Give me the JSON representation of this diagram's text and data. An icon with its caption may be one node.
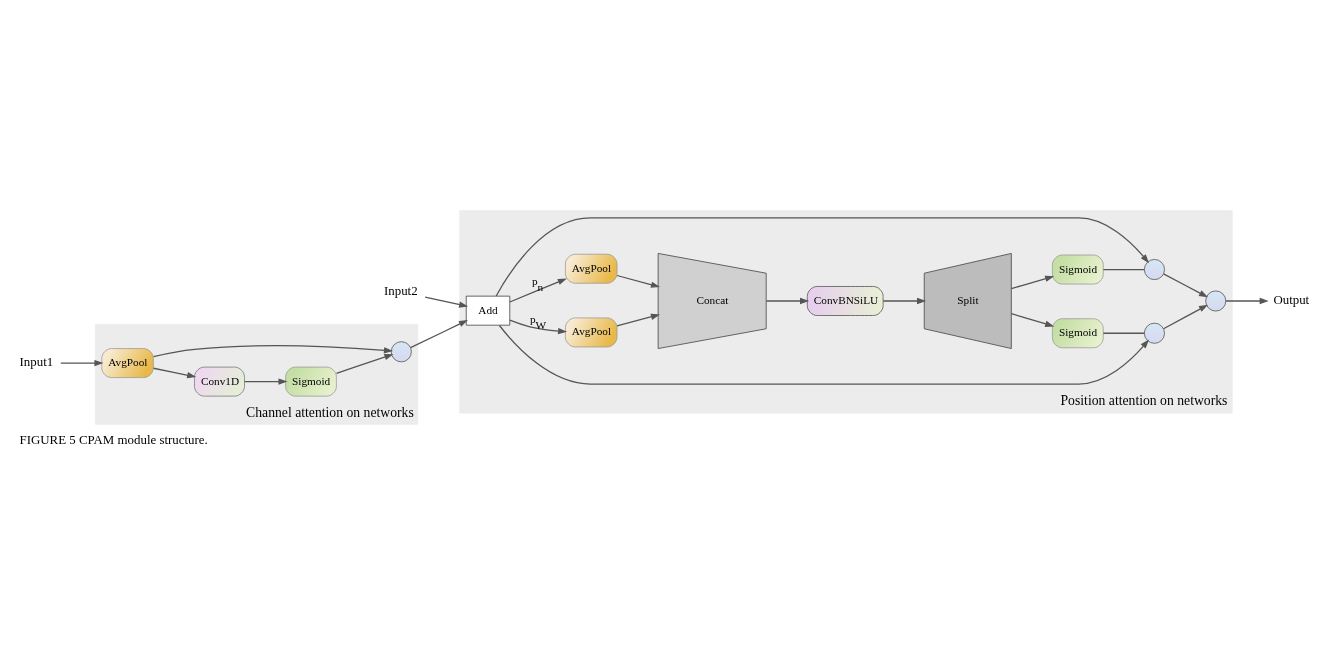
{
  "diagram": {
    "caption": "FIGURE 5 CPAM module structure.",
    "nodes": [
      {
        "text": [
          "Channel attention on networks"
        ]
      },
      {
        "text": [
          "Input1"
        ]
      },
      {
        "text": [
          "AvgPool"
        ],
        "in": 0
      },
      {
        "text": [
          "Conv1D"
        ],
        "in": 0
      },
      {
        "text": [
          "Sigmoid"
        ],
        "in": 0
      },
      {
        "text": [],
        "shape": "circle",
        "in": 0
      },
      {
        "text": [
          "Position attention on networks"
        ]
      },
      {
        "text": [
          "Input2"
        ]
      },
      {
        "text": [
          "Add"
        ],
        "in": 6
      },
      {
        "text": [
          "AvgPool"
        ],
        "in": 6
      },
      {
        "text": [
          "AvgPool"
        ],
        "in": 6
      },
      {
        "text": [
          "Concat"
        ],
        "in": 6
      },
      {
        "text": [
          "ConvBNSiLU"
        ],
        "in": 6
      },
      {
        "text": [
          "Split"
        ],
        "in": 6
      },
      {
        "text": [
          "Sigmoid"
        ],
        "in": 6
      },
      {
        "text": [
          "Sigmoid"
        ],
        "in": 6
      },
      {
        "text": [],
        "shape": "circle",
        "in": 6
      },
      {
        "text": [],
        "shape": "circle",
        "in": 6
      },
      {
        "text": [],
        "shape": "circle",
        "in": 6
      },
      {
        "text": [
          "Output"
        ]
      }
    ],
    "edges": [
      {
        "from": 1,
        "to": 2,
        "arrow": "to"
      },
      {
        "from": 2,
        "to": 3,
        "arrow": "to"
      },
      {
        "from": 3,
        "to": 4,
        "arrow": "to"
      },
      {
        "from": 4,
        "to": 5,
        "arrow": "to"
      },
      {
        "from": 2,
        "to": 5,
        "arrow": "to"
      },
      {
        "from": 5,
        "to": 8,
        "arrow": "to"
      },
      {
        "from": 7,
        "to": 8,
        "arrow": "to"
      },
      {
        "from": 8,
        "to": 9,
        "arrow": "to",
        "label": "p$_{W}$"
      },
      {
        "from": 8,
        "to": 10,
        "arrow": "to",
        "label": "p$_{n}$"
      },
      {
        "from": 9,
        "to": 11,
        "arrow": "to"
      },
      {
        "from": 10,
        "to": 11,
        "arrow": "to"
      },
      {
        "from": 11,
        "to": 12,
        "arrow": "to"
      },
      {
        "from": 12,
        "to": 13,
        "arrow": "to"
      },
      {
        "from": 13,
        "to": 14,
        "arrow": "to"
      },
      {
        "from": 13,
        "to": 15,
        "arrow": "to"
      },
      {
        "from": 14,
        "to": 16,
        "arrow": "none"
      },
      {
        "from": 15,
        "to": 17,
        "arrow": "none"
      },
      {
        "from": 8,
        "to": 16,
        "arrow": "to"
      },
      {
        "from": 8,
        "to": 17,
        "arrow": "to"
      },
      {
        "from": 16,
        "to": 18,
        "arrow": "to"
      },
      {
        "from": 17,
        "to": 18,
        "arrow": "to"
      },
      {
        "from": 18,
        "to": 19,
        "arrow": "to"
      }
    ]
  }
}
